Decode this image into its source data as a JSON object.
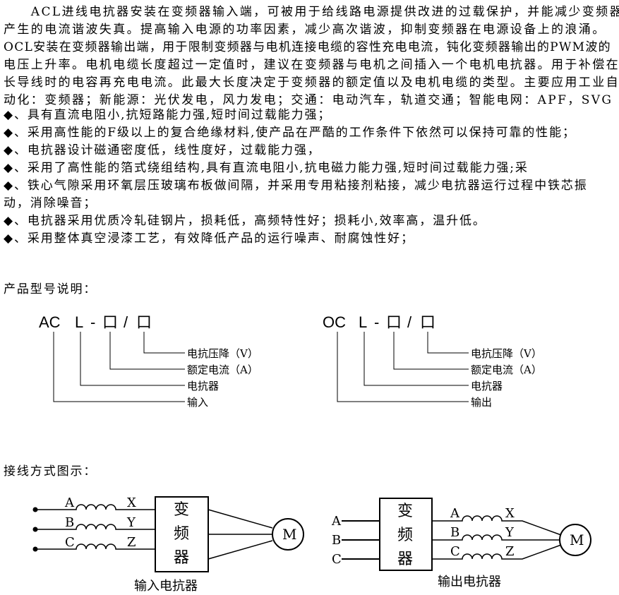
{
  "intro": [
    "　　ACL进线电抗器安装在变频器输入端，可被用于给线路电源提供改进的过载保护，并能减少变频器",
    "产生的电流谐波失真。提高输入电源的功率因素，减少高次谐波，抑制变频器在电源设备上的浪涌。",
    "OCL安装在变频器输出端，用于限制变频器与电机连接电缆的容性充电电流，钝化变频器输出的PWM波的",
    "电压上升率。电机电缆长度超过一定值时，建议在变频器与电机之间插入一个电机电抗器。用于补偿在",
    "长导线时的电容再充电电流。此最大长度决定于变频器的额定值以及电机电缆的类型。主要应用工业自",
    "动化：变频器；新能源：光伏发电，风力发电；交通：电动汽车，轨道交通；智能电网：APF，SVG 。"
  ],
  "features": [
    "◆、具有直流电阻小,抗短路能力强,短时间过载能力强；",
    "◆、采用高性能的F级以上的复合绝缘材料,使产品在严酷的工作条件下依然可以保持可靠的性能；",
    "◆、电抗器设计磁通密度低，线性度好，过载能力强，",
    "◆、采用了高性能的箔式绕组结构,具有直流电阻小,抗电磁力能力强,短时间过载能力强;采",
    "◆、铁心气隙采用环氧层压玻璃布板做间隔，并采用专用粘接剂粘接，减少电抗器运行过程中铁芯振",
    "动，消除噪音；",
    "◆、电抗器采用优质冷轧硅钢片，损耗低，高频特性好；损耗小,效率高，温升低。",
    "◆、采用整体真空浸漆工艺，有效降低产品的运行噪声、耐腐蚀性好；"
  ],
  "model_title": "产品型号说明：",
  "model_input": {
    "prefix": "AC",
    "l": "L",
    "dash": "-",
    "box": "口",
    "slash": "/",
    "labels": [
      "电抗压降（V）",
      "额定电流（A）",
      "电抗器",
      "输入"
    ]
  },
  "model_output": {
    "prefix": "OC",
    "l": "L",
    "dash": "-",
    "box": "口",
    "slash": "/",
    "labels": [
      "电抗压降（V）",
      "额定电流（A）",
      "电抗器",
      "输出"
    ]
  },
  "wiring_title": "接线方式图示：",
  "wiring_input": {
    "phases_in": [
      "A",
      "B",
      "C"
    ],
    "phases_out": [
      "X",
      "Y",
      "Z"
    ],
    "converter": [
      "变",
      "频",
      "器"
    ],
    "motor": "M",
    "caption": "输入电抗器"
  },
  "wiring_output": {
    "phases_in": [
      "A",
      "B",
      "C"
    ],
    "phases_out": [
      "X",
      "Y",
      "Z"
    ],
    "converter": [
      "变",
      "频",
      "器"
    ],
    "motor": "M",
    "caption": "输出电抗器"
  }
}
